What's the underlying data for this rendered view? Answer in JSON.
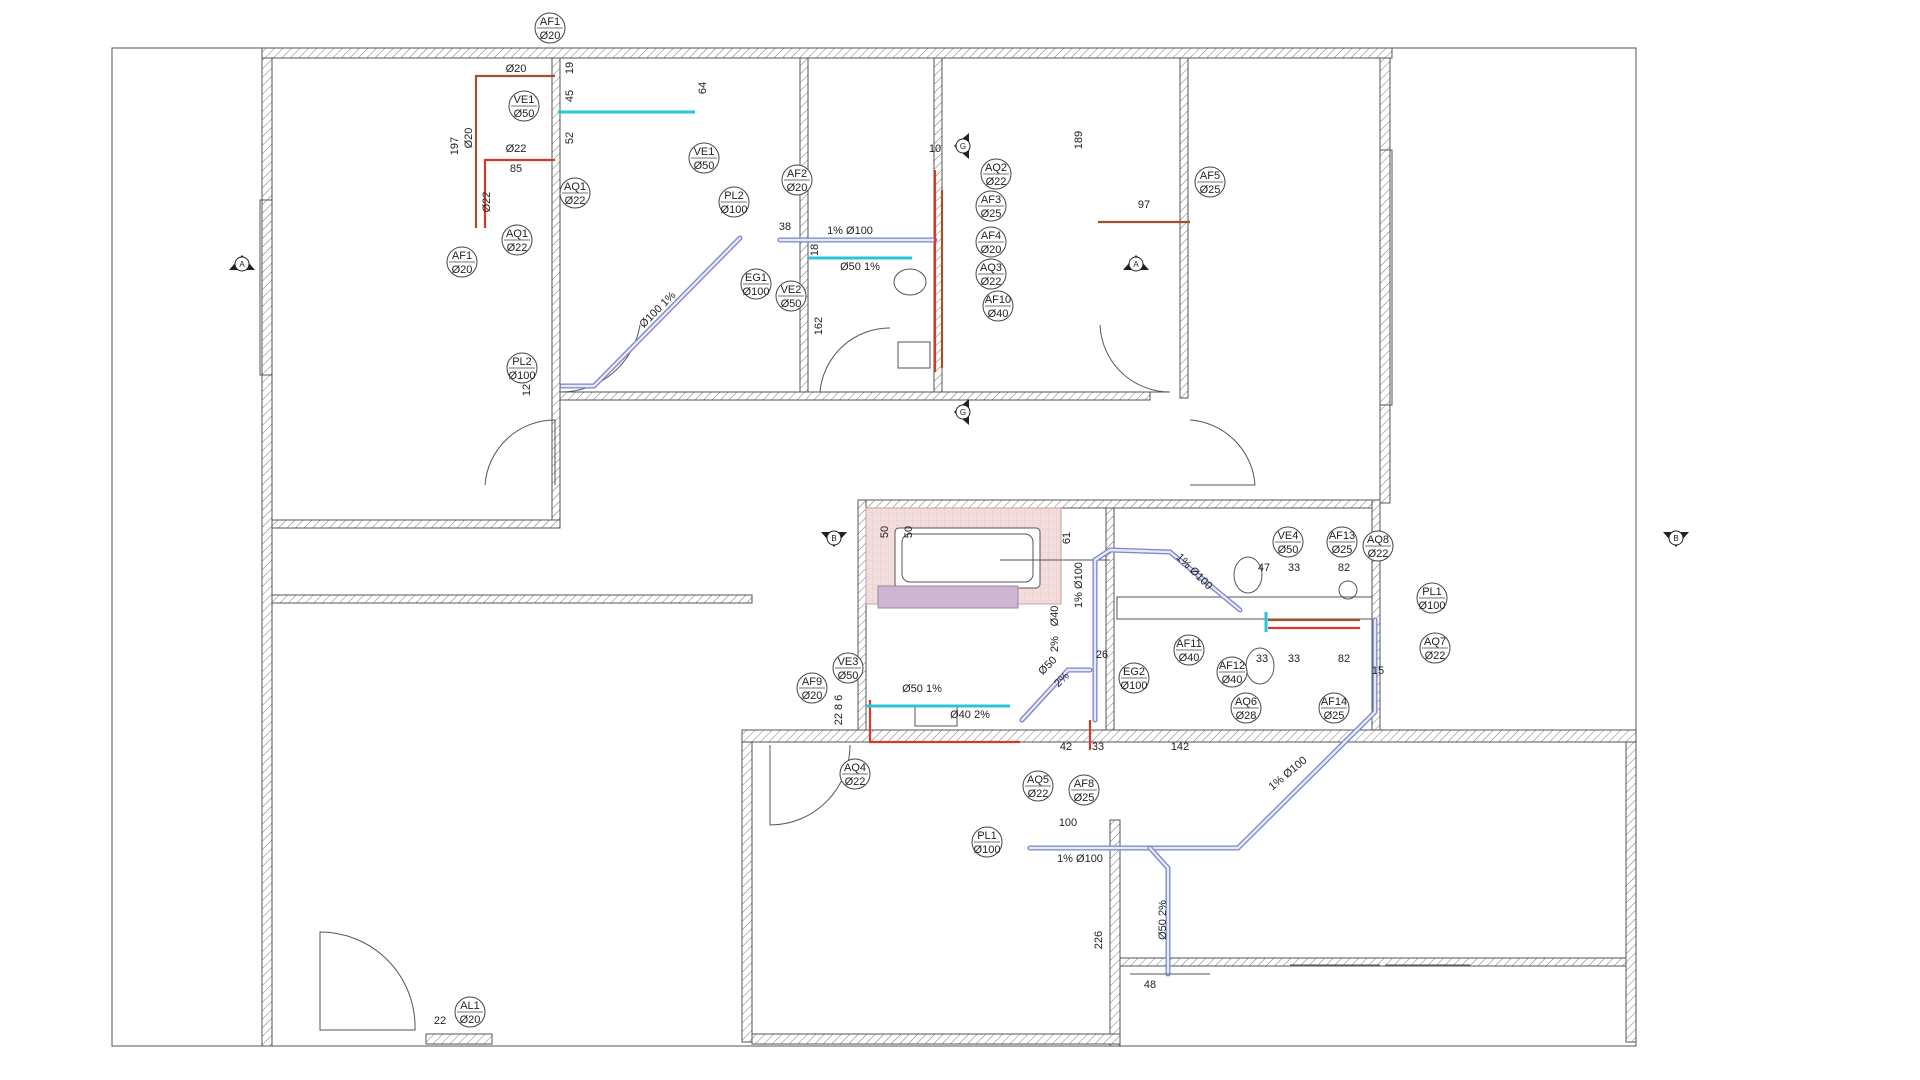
{
  "colors": {
    "wall_stroke": "#555555",
    "hot_water": "#d23a2a",
    "cold_water": "#a0522d",
    "ventilation": "#29c4d6",
    "drain": "#7b86c8"
  },
  "tags": [
    {
      "id": "af1-top",
      "code": "AF1",
      "size": "Ø20"
    },
    {
      "id": "ve1-a",
      "code": "VE1",
      "size": "Ø50"
    },
    {
      "id": "aq1-a",
      "code": "AQ1",
      "size": "Ø22"
    },
    {
      "id": "aq1-b",
      "code": "AQ1",
      "size": "Ø22"
    },
    {
      "id": "af1-bot",
      "code": "AF1",
      "size": "Ø20"
    },
    {
      "id": "ve1-b",
      "code": "VE1",
      "size": "Ø50"
    },
    {
      "id": "pl2-a",
      "code": "PL2",
      "size": "Ø100"
    },
    {
      "id": "pl2-b",
      "code": "PL2",
      "size": "Ø100"
    },
    {
      "id": "af2",
      "code": "AF2",
      "size": "Ø20"
    },
    {
      "id": "eg1",
      "code": "EG1",
      "size": "Ø100"
    },
    {
      "id": "ve2",
      "code": "VE2",
      "size": "Ø50"
    },
    {
      "id": "aq2",
      "code": "AQ2",
      "size": "Ø22"
    },
    {
      "id": "af3",
      "code": "AF3",
      "size": "Ø25"
    },
    {
      "id": "af4",
      "code": "AF4",
      "size": "Ø20"
    },
    {
      "id": "aq3",
      "code": "AQ3",
      "size": "Ø22"
    },
    {
      "id": "af10",
      "code": "AF10",
      "size": "Ø40"
    },
    {
      "id": "af5",
      "code": "AF5",
      "size": "Ø25"
    },
    {
      "id": "ve4",
      "code": "VE4",
      "size": "Ø50"
    },
    {
      "id": "af13",
      "code": "AF13",
      "size": "Ø25"
    },
    {
      "id": "aq8",
      "code": "AQ8",
      "size": "Ø22"
    },
    {
      "id": "pl1-a",
      "code": "PL1",
      "size": "Ø100"
    },
    {
      "id": "aq7",
      "code": "AQ7",
      "size": "Ø22"
    },
    {
      "id": "af11",
      "code": "AF11",
      "size": "Ø40"
    },
    {
      "id": "af12",
      "code": "AF12",
      "size": "Ø40"
    },
    {
      "id": "eg2",
      "code": "EG2",
      "size": "Ø100"
    },
    {
      "id": "aq6",
      "code": "AQ6",
      "size": "Ø28"
    },
    {
      "id": "af14",
      "code": "AF14",
      "size": "Ø25"
    },
    {
      "id": "ve3",
      "code": "VE3",
      "size": "Ø50"
    },
    {
      "id": "af9",
      "code": "AF9",
      "size": "Ø20"
    },
    {
      "id": "aq4",
      "code": "AQ4",
      "size": "Ø22"
    },
    {
      "id": "aq5",
      "code": "AQ5",
      "size": "Ø22"
    },
    {
      "id": "af8",
      "code": "AF8",
      "size": "Ø25"
    },
    {
      "id": "pl1-b",
      "code": "PL1",
      "size": "Ø100"
    },
    {
      "id": "al1",
      "code": "AL1",
      "size": "Ø20"
    }
  ],
  "dimensions": [
    {
      "id": "d-o20-top",
      "text": "Ø20"
    },
    {
      "id": "d-19",
      "text": "19"
    },
    {
      "id": "d-45",
      "text": "45"
    },
    {
      "id": "d-64",
      "text": "64"
    },
    {
      "id": "d-197",
      "text": "197"
    },
    {
      "id": "d-o20-v",
      "text": "Ø20"
    },
    {
      "id": "d-52",
      "text": "52"
    },
    {
      "id": "d-o22-h",
      "text": "Ø22"
    },
    {
      "id": "d-85",
      "text": "85"
    },
    {
      "id": "d-o22-v",
      "text": "Ø22"
    },
    {
      "id": "d-10",
      "text": "10"
    },
    {
      "id": "d-38",
      "text": "38"
    },
    {
      "id": "d-1pc-o100",
      "text": "1%  Ø100"
    },
    {
      "id": "d-18",
      "text": "18"
    },
    {
      "id": "d-o50-1pc",
      "text": "Ø50    1%"
    },
    {
      "id": "d-o100-1pc-diag",
      "text": "Ø100  1%"
    },
    {
      "id": "d-162",
      "text": "162"
    },
    {
      "id": "d-12",
      "text": "12"
    },
    {
      "id": "d-189",
      "text": "189"
    },
    {
      "id": "d-97",
      "text": "97"
    },
    {
      "id": "d-50a",
      "text": "50"
    },
    {
      "id": "d-50b",
      "text": "50"
    },
    {
      "id": "d-61",
      "text": "61"
    },
    {
      "id": "d-1pc-o100-v",
      "text": "1%  Ø100"
    },
    {
      "id": "d-o40-v",
      "text": "Ø40"
    },
    {
      "id": "d-2pc-a",
      "text": "2%"
    },
    {
      "id": "d-o50-v",
      "text": "Ø50"
    },
    {
      "id": "d-2pc-b",
      "text": "2%"
    },
    {
      "id": "d-26",
      "text": "26"
    },
    {
      "id": "d-1pc-o100-diag2",
      "text": "1%  Ø100"
    },
    {
      "id": "d-47",
      "text": "47"
    },
    {
      "id": "d-33a",
      "text": "33"
    },
    {
      "id": "d-82a",
      "text": "82"
    },
    {
      "id": "d-33b",
      "text": "33"
    },
    {
      "id": "d-33c",
      "text": "33"
    },
    {
      "id": "d-82b",
      "text": "82"
    },
    {
      "id": "d-15",
      "text": "15"
    },
    {
      "id": "d-o50-1pc-b",
      "text": "Ø50    1%"
    },
    {
      "id": "d-o40-2pc",
      "text": "Ø40    2%"
    },
    {
      "id": "d-22-8-6",
      "text": "22 8 6"
    },
    {
      "id": "d-42",
      "text": "42"
    },
    {
      "id": "d-33d",
      "text": "33"
    },
    {
      "id": "d-142",
      "text": "142"
    },
    {
      "id": "d-1pc-o100-diag3",
      "text": "1%  Ø100"
    },
    {
      "id": "d-100",
      "text": "100"
    },
    {
      "id": "d-1pc-o100-h",
      "text": "1%  Ø100"
    },
    {
      "id": "d-226",
      "text": "226"
    },
    {
      "id": "d-o50-2pc",
      "text": "Ø50    2%"
    },
    {
      "id": "d-48",
      "text": "48"
    },
    {
      "id": "d-22",
      "text": "22"
    }
  ],
  "section_markers": [
    {
      "id": "mk-a-left",
      "letter": "A"
    },
    {
      "id": "mk-a-right",
      "letter": "A"
    },
    {
      "id": "mk-g-top",
      "letter": "G"
    },
    {
      "id": "mk-g-bot",
      "letter": "G"
    },
    {
      "id": "mk-b-left",
      "letter": "B"
    },
    {
      "id": "mk-b-right",
      "letter": "B"
    }
  ]
}
